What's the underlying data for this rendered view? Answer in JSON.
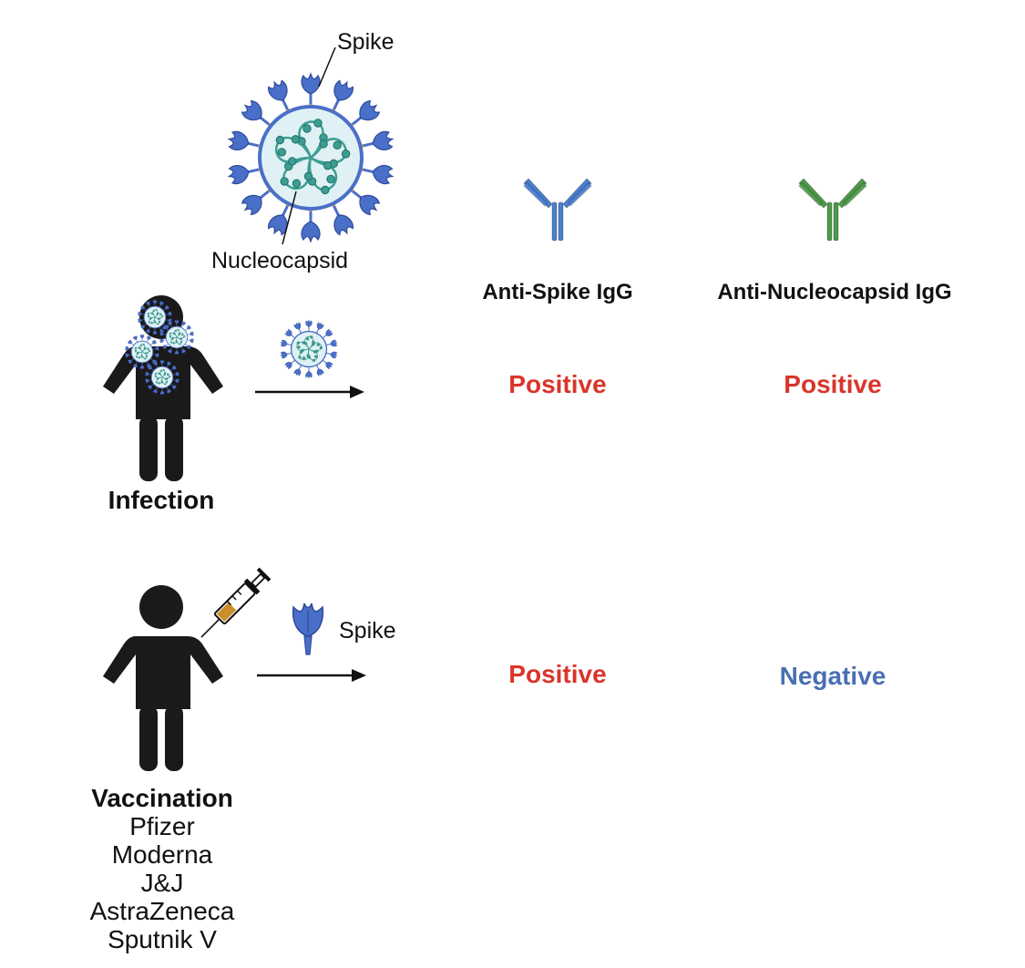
{
  "virus_diagram": {
    "spike_label": "Spike",
    "nucleocapsid_label": "Nucleocapsid"
  },
  "antibody_headers": {
    "anti_spike": "Anti-Spike IgG",
    "anti_nucleocapsid": "Anti-Nucleocapsid IgG"
  },
  "infection_row": {
    "label": "Infection",
    "anti_spike_result": "Positive",
    "anti_nucleocapsid_result": "Positive"
  },
  "vaccination_row": {
    "label": "Vaccination",
    "vaccines": [
      "Pfizer",
      "Moderna",
      "J&J",
      "AstraZeneca",
      "Sputnik V"
    ],
    "antigen_label": "Spike",
    "anti_spike_result": "Positive",
    "anti_nucleocapsid_result": "Negative"
  },
  "colors": {
    "positive": "#d9352b",
    "negative": "#4a6fb3",
    "spike_blue": "#4a6fc9",
    "anti_spike_antibody": "#4a7fd0",
    "anti_nucleocapsid_antibody": "#4e9a4a",
    "capsid_teal": "#3c9e92",
    "membrane": "#dff1f4",
    "silhouette": "#1a1a1a"
  },
  "icons": [
    "virus-icon",
    "person-icon",
    "syringe-icon",
    "antibody-icon",
    "spike-protein-icon",
    "arrow-icon"
  ]
}
